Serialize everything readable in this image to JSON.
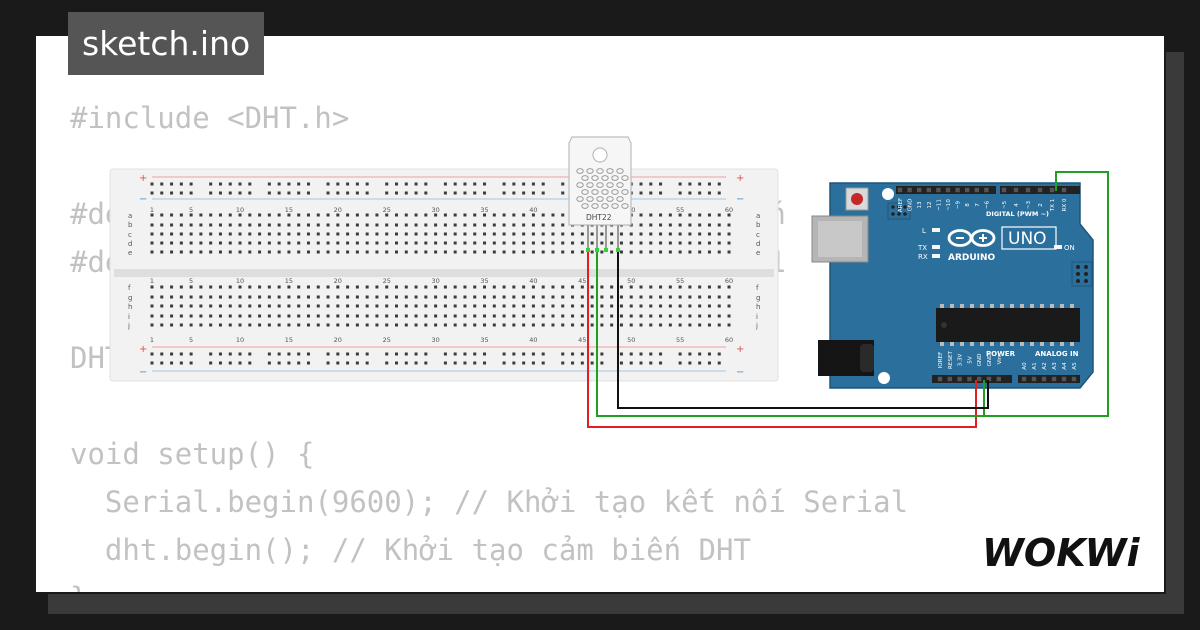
{
  "project": {
    "filename": "sketch.ino"
  },
  "code_lines": [
    "#include <DHT.h>",
    "",
    "#define DHTPIN 2 // Chân kết nối cảm biến",
    "#define DHTTYPE DHT22 // DHT11 hoặc DHT11",
    "",
    "DHT dht(DHTPIN, DHTTYPE);",
    "",
    "void setup() {",
    "  Serial.begin(9600); // Khởi tạo kết nối Serial",
    "  dht.begin(); // Khởi tạo cảm biến DHT",
    "}"
  ],
  "sensor": {
    "label": "DHT22"
  },
  "breadboard": {
    "column_numbers": [
      "1",
      "5",
      "10",
      "15",
      "20",
      "25",
      "30",
      "35",
      "40",
      "45",
      "50",
      "55",
      "60"
    ],
    "row_letters_top": [
      "a",
      "b",
      "c",
      "d",
      "e"
    ],
    "row_letters_bottom": [
      "f",
      "g",
      "h",
      "i",
      "j"
    ],
    "rail_plus": "+",
    "rail_minus": "−"
  },
  "arduino": {
    "model": "UNO",
    "brand": "ARDUINO",
    "digital_header_label": "DIGITAL (PWM ~)",
    "digital_pins": [
      "AREF",
      "GND",
      "13",
      "12",
      "~11",
      "~10",
      "~9",
      "8",
      "7",
      "~6",
      "~5",
      "4",
      "~3",
      "2",
      "TX 1",
      "RX 0"
    ],
    "power_label": "POWER",
    "power_pins": [
      "IOREF",
      "RESET",
      "3.3V",
      "5V",
      "GND",
      "GND",
      "Vin"
    ],
    "analog_label": "ANALOG IN",
    "analog_pins": [
      "A0",
      "A1",
      "A2",
      "A3",
      "A4",
      "A5"
    ],
    "led_labels": {
      "l": "L",
      "tx": "TX",
      "rx": "RX",
      "on": "ON"
    }
  },
  "wires": [
    {
      "name": "vcc",
      "color": "#e02020"
    },
    {
      "name": "data",
      "color": "#20a020"
    },
    {
      "name": "gnd",
      "color": "#111111"
    },
    {
      "name": "pin2",
      "color": "#20a020"
    }
  ],
  "colors": {
    "board_blue": "#2b6f9d",
    "board_dark": "#1f557a",
    "header_black": "#222222",
    "code_gray": "#c2c2c2"
  },
  "brand": {
    "logo_text": "WOKWi"
  }
}
